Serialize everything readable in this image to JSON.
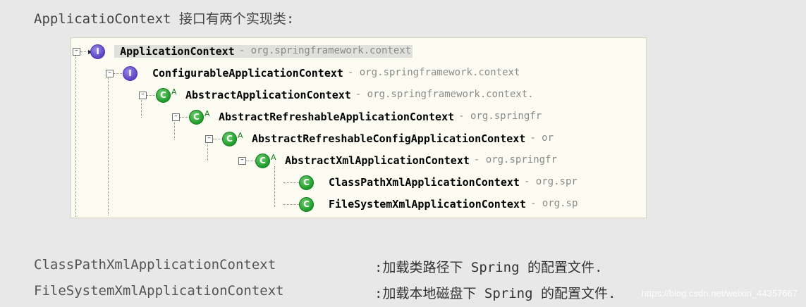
{
  "heading": "ApplicatioContext 接口有两个实现类:",
  "tree": [
    {
      "name": "ApplicationContext",
      "pkg": "- org.springframework.context",
      "kind": "interface",
      "abstract": false,
      "icon": "interface-icon",
      "selected": true
    },
    {
      "name": "ConfigurableApplicationContext",
      "pkg": "- org.springframework.context",
      "kind": "interface",
      "abstract": false,
      "icon": "interface-icon"
    },
    {
      "name": "AbstractApplicationContext",
      "pkg": "- org.springframework.context.",
      "kind": "class",
      "abstract": true,
      "icon": "abstract-class-icon"
    },
    {
      "name": "AbstractRefreshableApplicationContext",
      "pkg": "- org.springfr",
      "kind": "class",
      "abstract": true,
      "icon": "abstract-class-icon"
    },
    {
      "name": "AbstractRefreshableConfigApplicationContext",
      "pkg": "- or",
      "kind": "class",
      "abstract": true,
      "icon": "abstract-class-icon"
    },
    {
      "name": "AbstractXmlApplicationContext",
      "pkg": "- org.springfr",
      "kind": "class",
      "abstract": true,
      "icon": "abstract-class-icon"
    },
    {
      "name": "ClassPathXmlApplicationContext",
      "pkg": "- org.spr",
      "kind": "class",
      "abstract": false,
      "icon": "class-icon"
    },
    {
      "name": "FileSystemXmlApplicationContext",
      "pkg": "- org.sp",
      "kind": "class",
      "abstract": false,
      "icon": "class-icon"
    }
  ],
  "abstract_marker": "A",
  "icon_letters": {
    "interface": "I",
    "class": "C"
  },
  "descriptions": [
    {
      "name": "ClassPathXmlApplicationContext",
      "text": ":加载类路径下 Spring 的配置文件."
    },
    {
      "name": "FileSystemXmlApplicationContext",
      "text": ":加载本地磁盘下 Spring 的配置文件."
    }
  ],
  "watermark": "https://blog.csdn.net/weixin_44357667",
  "colors": {
    "background": "#e8e8e8",
    "panel": "#fcfcf2",
    "interface": "#5a43c4",
    "class": "#1e9a2a"
  }
}
